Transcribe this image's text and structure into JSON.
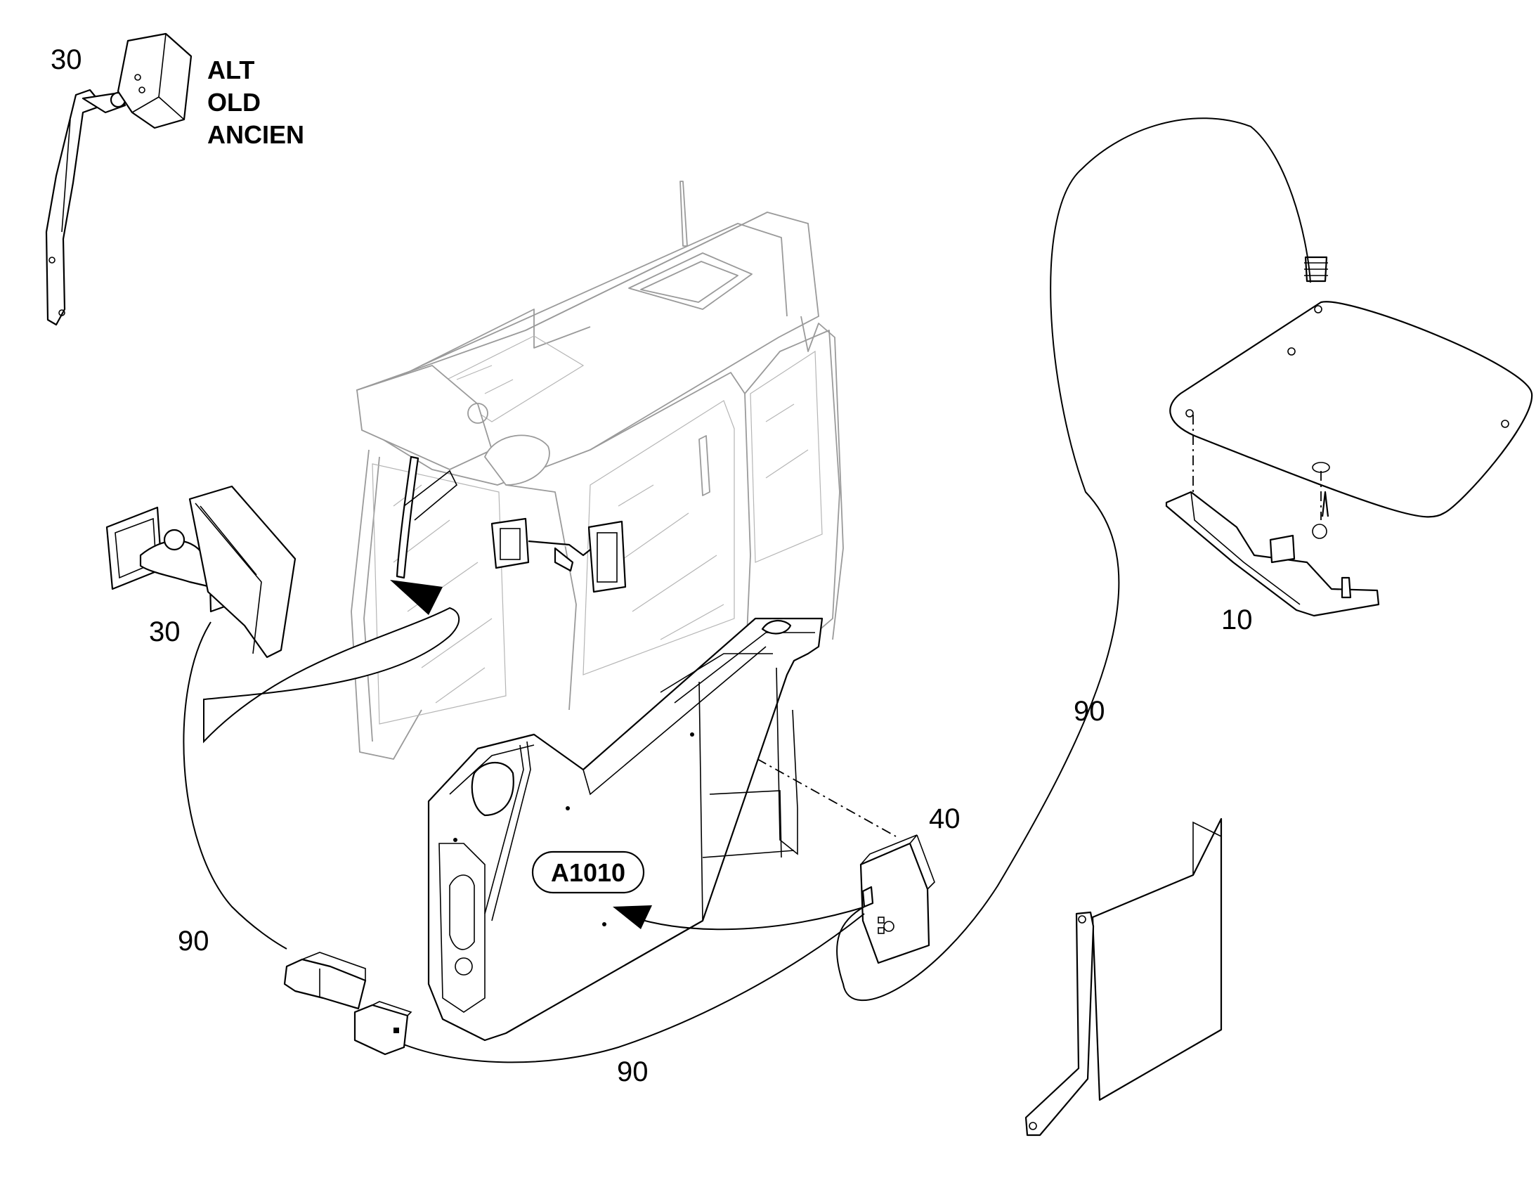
{
  "labels": {
    "mirror_old_ref": "30",
    "mirror_new_ref": "30",
    "antenna_ref": "10",
    "module_ref": "40",
    "cable_right_ref": "90",
    "cable_left_ref": "90",
    "cable_bottom_ref": "90",
    "callout": "A1010"
  },
  "alt_note": [
    "ALT",
    "OLD",
    "ANCIEN"
  ]
}
